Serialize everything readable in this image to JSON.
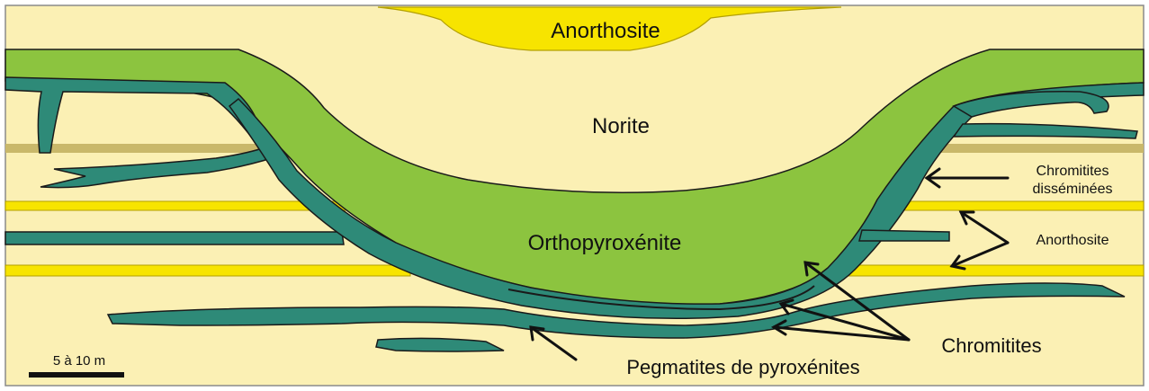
{
  "labels": {
    "anorthosite_top": "Anorthosite",
    "norite": "Norite",
    "orthopyroxenite": "Orthopyroxénite",
    "chromitites_dissem_line1": "Chromitites",
    "chromitites_dissem_line2": "disséminées",
    "anorthosite_right": "Anorthosite",
    "chromitites": "Chromitites",
    "pegmatites": "Pegmatites de pyroxénites",
    "scale": "5 à 10 m"
  },
  "colors": {
    "background": "#fbf0b4",
    "norite": "#fbf0b4",
    "anorthosite": "#f7e400",
    "orthopyroxenite": "#8cc43f",
    "chromitite": "#2e8a78",
    "band_olive": "#c9b86a",
    "outline": "#1a1a1a"
  }
}
